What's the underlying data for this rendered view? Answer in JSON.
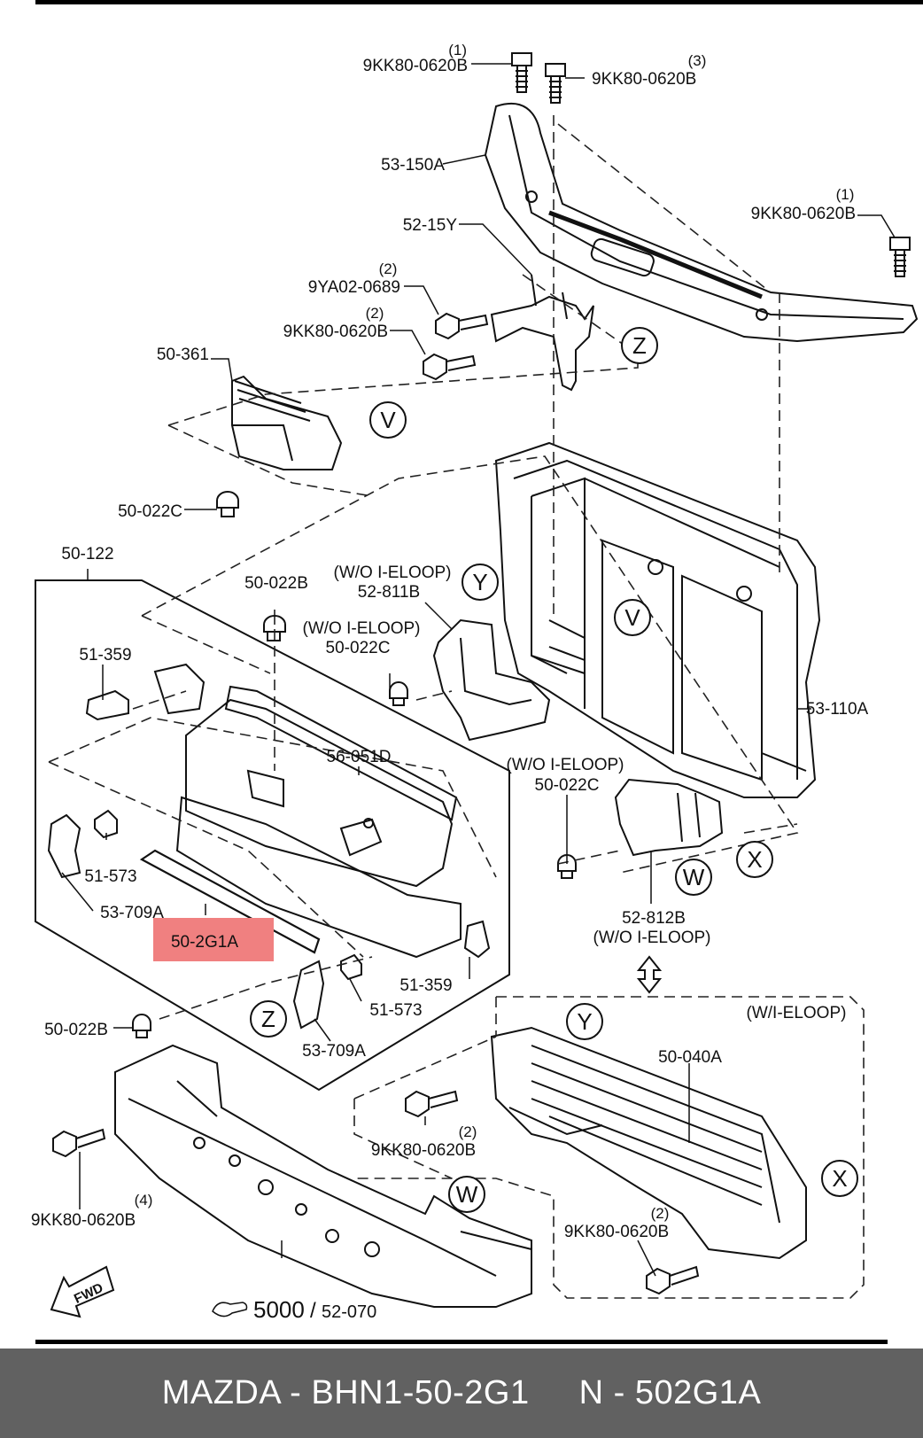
{
  "callouts": {
    "bolt_top_left": "9KK80-0620B",
    "bolt_top_left_qty": "(1)",
    "bolt_top_mid": "9KK80-0620B",
    "bolt_top_mid_qty": "(3)",
    "bolt_right": "9KK80-0620B",
    "bolt_right_qty": "(1)",
    "upper_member": "53-150A",
    "bracket": "52-15Y",
    "clip_9ya": "9YA02-0689",
    "clip_9ya_qty": "(2)",
    "bolt_bracket": "9KK80-0620B",
    "bolt_bracket_qty": "(2)",
    "duct_50_361": "50-361",
    "clip_50_022c_top": "50-022C",
    "assembly_50_122": "50-122",
    "clip_50_022b_top": "50-022B",
    "wo_ieloop_1": "(W/O I-ELOOP)",
    "guide_52_811b": "52-811B",
    "wo_ieloop_2": "(W/O I-ELOOP)",
    "clip_50_022c_mid": "50-022C",
    "pad_51_359_left": "51-359",
    "absorber_56_051d": "56-051D",
    "carrier_53_110a": "53-110A",
    "wo_ieloop_3": "(W/O I-ELOOP)",
    "clip_50_022c_right": "50-022C",
    "pad_51_573_left": "51-573",
    "bracket_53_709a_left": "53-709A",
    "highlight_part": "50-2G1A",
    "guide_52_812b": "52-812B",
    "wo_ieloop_4": "(W/O I-ELOOP)",
    "pad_51_359_right": "51-359",
    "pad_51_573_right": "51-573",
    "clip_50_022b_bottom": "50-022B",
    "bracket_53_709a_right": "53-709A",
    "w_ieloop": "(W/I-ELOOP)",
    "shutter_50_040a": "50-040A",
    "bolt_shutter_top": "9KK80-0620B",
    "bolt_shutter_top_qty": "(2)",
    "bolt_bottom_left": "9KK80-0620B",
    "bolt_bottom_left_qty": "(4)",
    "bolt_shutter_bottom": "9KK80-0620B",
    "bolt_shutter_bottom_qty": "(2)",
    "group_5000": "5000",
    "group_slash": "/",
    "group_52_070": "52-070",
    "fwd": "FWD"
  },
  "reference_circles": {
    "z_top": "Z",
    "v_top": "V",
    "y_mid": "Y",
    "v_mid": "V",
    "x_mid": "X",
    "w_mid": "W",
    "z_bottom": "Z",
    "y_bottom": "Y",
    "x_bottom": "X",
    "w_bottom": "W"
  },
  "footer": {
    "left": "MAZDA - BHN1-50-2G1",
    "right": "N - 502G1A"
  },
  "colors": {
    "highlight": "#f08080",
    "footer_bg": "#616161",
    "line": "#111111"
  }
}
